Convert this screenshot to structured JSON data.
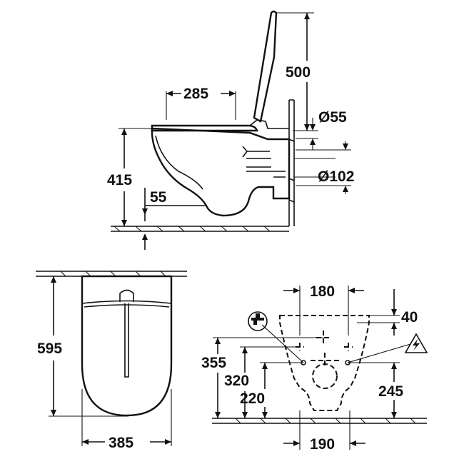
{
  "dimensions": {
    "side_view": {
      "seat_height": "415",
      "lid_height": "500",
      "bowl_length": "285",
      "floor_clearance": "55",
      "inlet_diameter": "Ø55",
      "outlet_diameter": "Ø102"
    },
    "top_view": {
      "depth": "595",
      "width": "385"
    },
    "rear_view": {
      "top_span": "180",
      "top_offset": "40",
      "bottom_span": "190",
      "fixing_height": "355",
      "water_height": "320",
      "outlet_height": "220",
      "power_height": "245"
    }
  },
  "icons": [
    "water-tap-icon",
    "electrical-hazard-icon"
  ]
}
